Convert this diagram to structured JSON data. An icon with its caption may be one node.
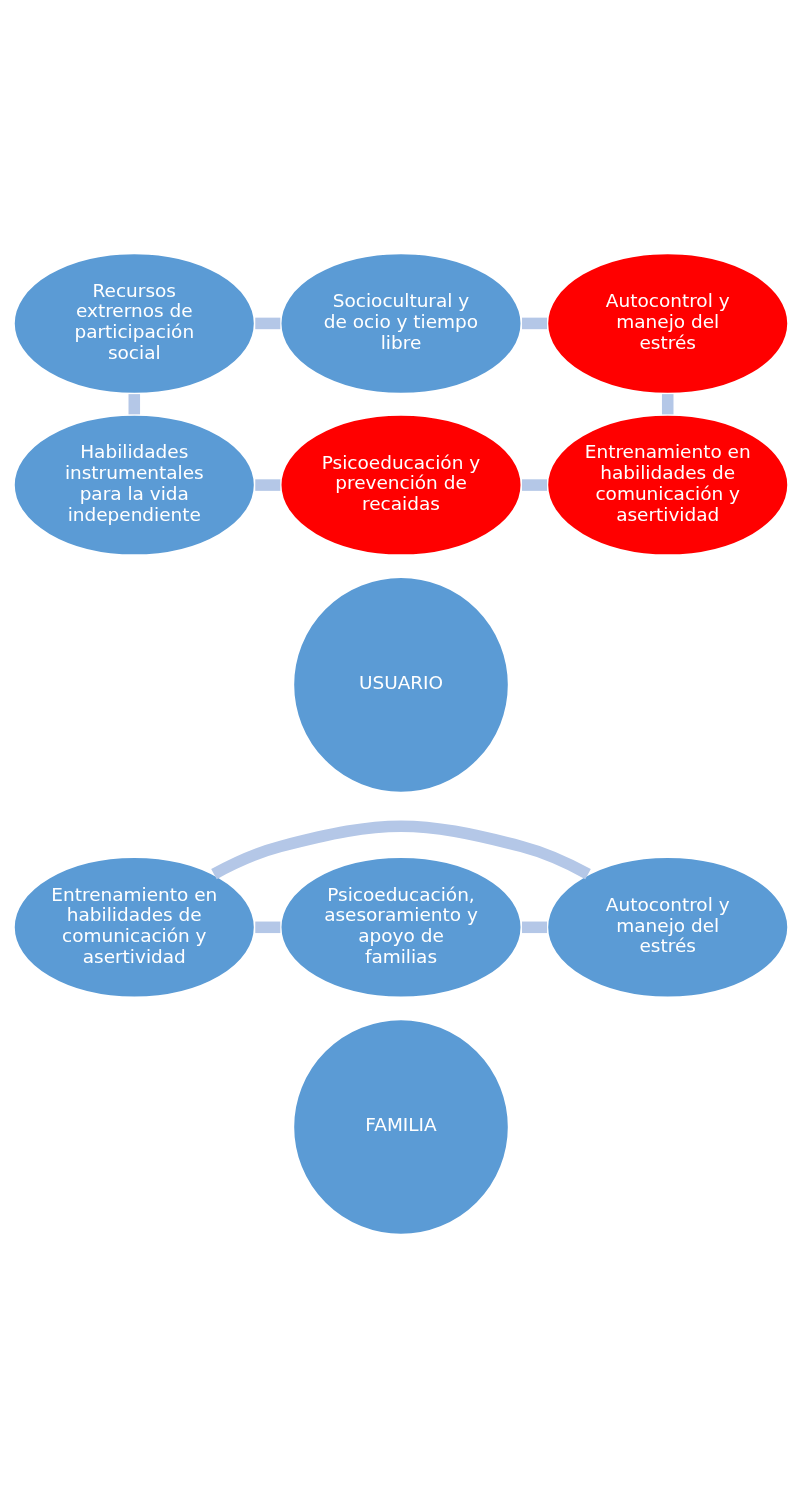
{
  "diagram": {
    "nodes": [
      {
        "text": [
          "USUARIO"
        ]
      },
      {
        "text": [
          "Psicoeducación y prevención de recaidas"
        ]
      },
      {
        "text": [
          "Entrenamiento en habilidades de comunicación y asertividad"
        ]
      },
      {
        "text": [
          "Autocontrol y manejo del estrés"
        ]
      },
      {
        "text": [
          "Sociocultural y de ocio y tiempo libre"
        ]
      },
      {
        "text": [
          "Recursos extrernos de participación social"
        ]
      },
      {
        "text": [
          "Habilidades instrumentales para la vida independiente"
        ]
      },
      {
        "text": [
          "FAMILIA"
        ]
      },
      {
        "text": [
          "Psicoeducación, asesoramiento y apoyo de familias"
        ]
      },
      {
        "text": [
          "Autocontrol y manejo del estrés"
        ]
      },
      {
        "text": [
          "Entrenamiento en habilidades de comunicación y asertividad"
        ]
      }
    ],
    "edges": [
      {
        "from": 1,
        "to": 2,
        "arrow": "none"
      },
      {
        "from": 2,
        "to": 3,
        "arrow": "none"
      },
      {
        "from": 3,
        "to": 4,
        "arrow": "none"
      },
      {
        "from": 4,
        "to": 5,
        "arrow": "none"
      },
      {
        "from": 5,
        "to": 6,
        "arrow": "none"
      },
      {
        "from": 6,
        "to": 1,
        "arrow": "none"
      },
      {
        "from": 8,
        "to": 9,
        "arrow": "none"
      },
      {
        "from": 9,
        "to": 10,
        "arrow": "none"
      },
      {
        "from": 10,
        "to": 8,
        "arrow": "none"
      }
    ]
  }
}
